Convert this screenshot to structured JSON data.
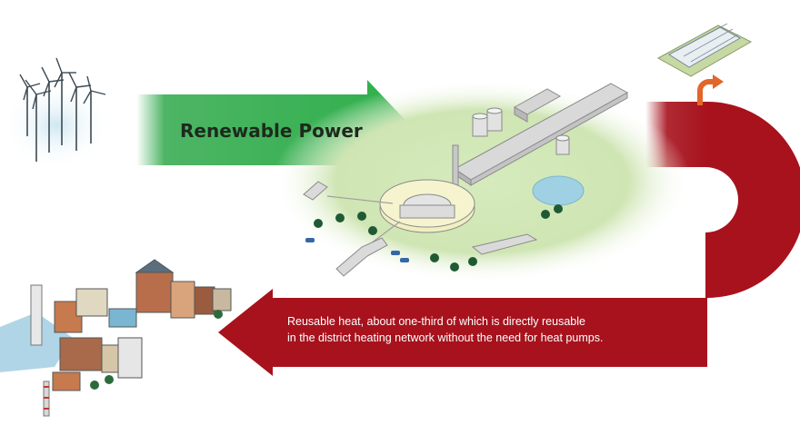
{
  "labels": {
    "renewable_power": "Renewable Power",
    "reusable_heat_line1": "Reusable heat, about one-third of which is directly reusable",
    "reusable_heat_line2": "in the district heating network without the need for heat pumps."
  },
  "icons": {
    "wind_farm": "wind-turbines-icon",
    "data_center": "data-center-campus-icon",
    "greenhouse": "greenhouse-icon",
    "city": "city-district-icon"
  },
  "colors": {
    "power_arrow": "#2ea84a",
    "heat_arrow": "#a7121d",
    "landscape": "#cfe5b3"
  }
}
